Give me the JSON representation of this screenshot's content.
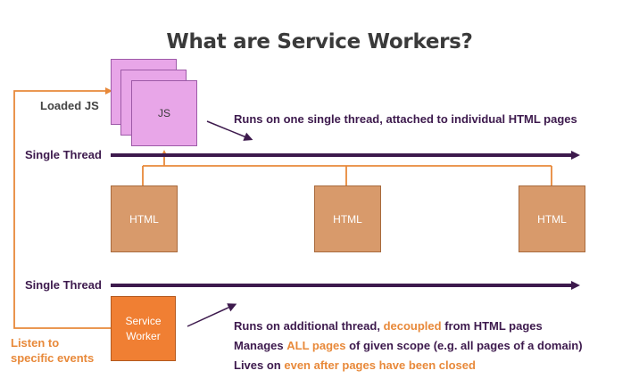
{
  "title": "What are Service Workers?",
  "loaded_js_label": "Loaded JS",
  "js_box_label": "JS",
  "thread_label_1": "Single Thread",
  "thread_label_2": "Single Thread",
  "top_caption": "Runs on one single thread, attached to individual HTML pages",
  "html_pages": [
    "HTML",
    "HTML",
    "HTML"
  ],
  "service_worker": {
    "line1": "Service",
    "line2": "Worker"
  },
  "listen_label": {
    "line1": "Listen to",
    "line2": "specific events"
  },
  "features": {
    "f1_pre": "Runs on additional thread, ",
    "f1_hl": "decoupled",
    "f1_post": " from HTML pages",
    "f2_pre": "Manages ",
    "f2_hl": "ALL pages",
    "f2_post": " of given scope (e.g. all pages of a domain)",
    "f3_pre": "Lives on ",
    "f3_hl": "even after pages have been closed",
    "f3_post": ""
  },
  "colors": {
    "thread": "#3d1a4d",
    "accent": "#e8893a",
    "js_fill": "#e8a6e8",
    "html_fill": "#d89a6b",
    "service_worker_fill": "#f07f33"
  }
}
